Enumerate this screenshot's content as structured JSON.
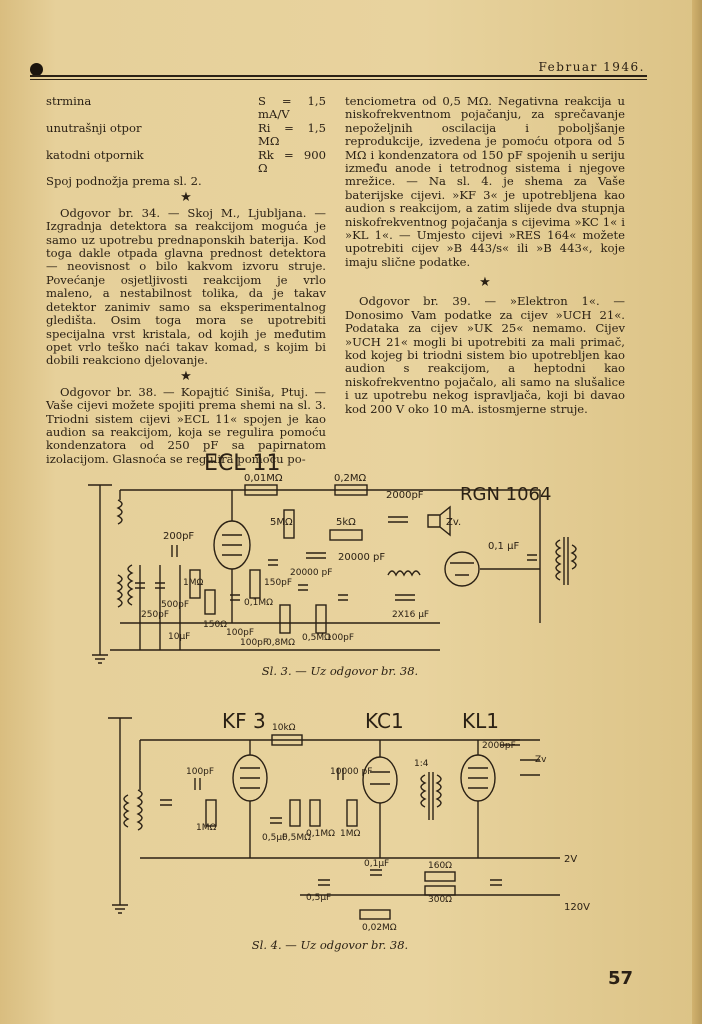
{
  "header": {
    "date": "Februar 1946."
  },
  "left_column": {
    "spec_rows": [
      {
        "label": "strmina",
        "value": "S = 1,5 mA/V"
      },
      {
        "label": "unutrašnji otpor",
        "value": "Ri = 1,5 MΩ"
      },
      {
        "label": "katodni otpornik",
        "value": "Rk = 900 Ω"
      }
    ],
    "spec_note": "Spoj podnožja prema sl. 2.",
    "star": "★",
    "answer34": "Odgovor br. 34. — Skoj M., Ljubljana. — Izgradnja detektora sa reakcijom moguća je samo uz upotrebu prednaponskih baterija. Kod toga dakle otpada glavna prednost detektora — neovisnost o bilo kakvom izvoru struje. Povećanje osjetljivosti reakcijom je vrlo maleno, a nestabilnost tolika, da je takav detektor zanimiv samo sa eksperimentalnog gledišta. Osim toga mora se upotrebiti specijalna vrst kristala, od kojih je međutim opet vrlo teško naći takav komad, s kojim bi dobili reakciono djelovanje.",
    "answer38": "Odgovor br. 38. — Kopajtić Siniša, Ptuj. — Vaše cijevi možete spojiti prema shemi na sl. 3. Triodni sistem cijevi »ECL 11« spojen je kao audion sa reakcijom, koja se regulira pomoću kondenzatora od 250 pF sa papirnatom izolacijom. Glasnoća se regulira pomoću po-"
  },
  "right_column": {
    "continuation": "tenciometra od 0,5 MΩ. Negativna reakcija u niskofrekventnom pojačanju, za sprečavanje nepoželjnih oscilacija i poboljšanje reprodukcije, izvedena je pomoću otpora od 5 MΩ i kondenzatora od 150 pF spojenih u seriju između anode i tetrodnog sistema i njegove mrežice. — Na sl. 4. je shema za Vaše baterijske cijevi. »KF 3« je upotrebljena kao audion s reakcijom, a zatim slijede dva stupnja niskofrekventnog pojačanja s cijevima »KC 1« i »KL 1«. — Umjesto cijevi »RES 164« možete upotrebiti cijev »B 443/s« ili »B 443«, koje imaju slične podatke.",
    "star": "★",
    "answer39": "Odgovor br. 39. — »Elektron 1«. — Donosimo Vam podatke za cijev »UCH 21«. Podataka za cijev »UK 25« nemamo. Cijev »UCH 21« mogli bi upotrebiti za mali primač, kod kojeg bi triodni sistem bio upotrebljen kao audion s reakcijom, a heptodni kao niskofrekventno pojačalo, ali samo na slušalice i uz upotrebu nekog ispravljača, koji bi davao kod 200 V oko 10 mA. istosmjerne struje."
  },
  "fig3": {
    "caption": "Sl. 3. — Uz odgovor br. 38.",
    "labels": {
      "tube1": "ECL 11",
      "tube2": "RGN 1064",
      "r1": "0,01MΩ",
      "r2": "0,2MΩ",
      "c1": "2000pF",
      "zv": "Zv.",
      "c2": "200pF",
      "r3": "5MΩ",
      "r4": "5kΩ",
      "c3": "20000 pF",
      "c4": "0,1 μF",
      "r5": "1MΩ",
      "c5": "500pF",
      "c6": "250pF",
      "c7": "150pF",
      "r6": "0,1MΩ",
      "r7": "150Ω",
      "c8": "20000 pF",
      "c9": "100pF",
      "c10": "10μF",
      "c11": "100pF",
      "r8": "0,8MΩ",
      "r9": "0,5MΩ",
      "c12": "100pF",
      "c13": "2X16 μF"
    }
  },
  "fig4": {
    "caption": "Sl. 4. — Uz odgovor br. 38.",
    "labels": {
      "tube1": "KF 3",
      "tube2": "KC1",
      "tube3": "KL1",
      "r1": "10kΩ",
      "c1": "100pF",
      "r2": "1MΩ",
      "c2": "10000 pF",
      "c3": "2000pF",
      "zv": "Zv",
      "ratio": "1:4",
      "r3": "1MΩ",
      "c4": "0,5μF",
      "r4": "0,5MΩ",
      "r5": "0,1MΩ",
      "c5": "0,5μF",
      "c6": "0,1μF",
      "r6": "160Ω",
      "r7": "300Ω",
      "r8": "0,02MΩ",
      "v1": "2V",
      "v2": "120V"
    }
  },
  "page_number": "57"
}
